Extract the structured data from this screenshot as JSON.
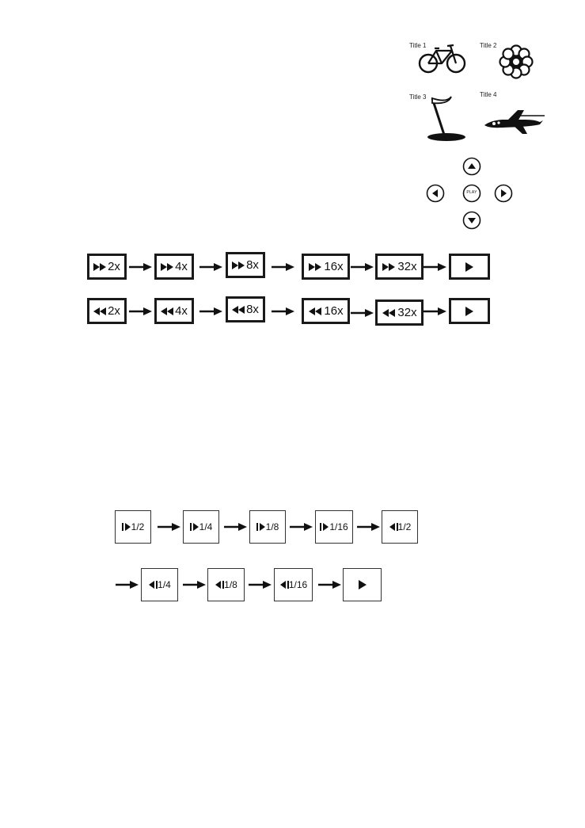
{
  "titles": {
    "t1": "Title 1",
    "t2": "Title 2",
    "t3": "Title 3",
    "t4": "Title 4"
  },
  "icons": {
    "t1": "bicycle-icon",
    "t2": "flower-icon",
    "t3": "flag-icon",
    "t4": "airplane-icon"
  },
  "controls": {
    "play_label": "PLAY",
    "buttons": [
      "up",
      "left",
      "play",
      "right",
      "down"
    ]
  },
  "fast_forward": [
    "2x",
    "4x",
    "8x",
    "16x",
    "32x"
  ],
  "fast_reverse": [
    "2x",
    "4x",
    "8x",
    "16x",
    "32x"
  ],
  "slow": {
    "row1": [
      "1/2",
      "1/4",
      "1/8",
      "1/16",
      "1/2"
    ],
    "row2": [
      "1/4",
      "1/8",
      "1/16"
    ]
  }
}
